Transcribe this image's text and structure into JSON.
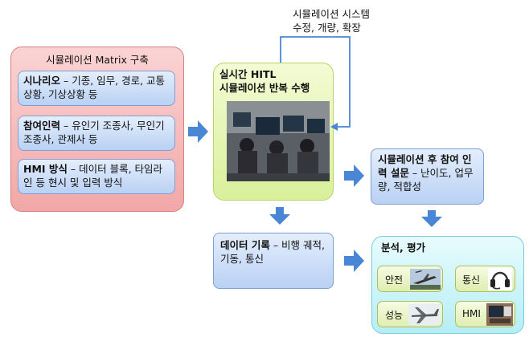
{
  "matrix": {
    "title": "시뮬레이션 Matrix 구축",
    "items": [
      {
        "head": "시나리오",
        "rest": " – 기종, 임무, 경로, 교통상황, 기상상황 등"
      },
      {
        "head": "참여인력",
        "rest": " – 유인기 조종사, 무인기 조종사, 관제사 등"
      },
      {
        "head": "HMI 방식",
        "rest": " – 데이터 블록, 타임라인 등 현시 및 입력 방식"
      }
    ]
  },
  "feedback": {
    "line1": "시뮬레이션 시스템",
    "line2": "수정, 개량, 확장"
  },
  "hitl": {
    "line1": "실시간 HITL",
    "line2": "시뮬레이션 반복 수행"
  },
  "survey": {
    "head": "시뮬레이션 후 참여 인력 설문",
    "rest": " – 난이도, 업무량, 적합성"
  },
  "record": {
    "head": "데이터 기록",
    "rest": " – 비행 궤적, 기동, 통신"
  },
  "analysis": {
    "title": "분석, 평가",
    "items": [
      {
        "label": "안전",
        "icon": "aircraft-icon"
      },
      {
        "label": "통신",
        "icon": "headset-icon"
      },
      {
        "label": "성능",
        "icon": "drone-icon"
      },
      {
        "label": "HMI",
        "icon": "monitor-icon"
      }
    ]
  },
  "colors": {
    "arrow": "#4a86d6",
    "matrix_fill": "#f4b3b3",
    "hitl_fill": "#e3f3ad",
    "blue_fill": "#c7dbf6",
    "analysis_fill": "#c5f1f6"
  }
}
